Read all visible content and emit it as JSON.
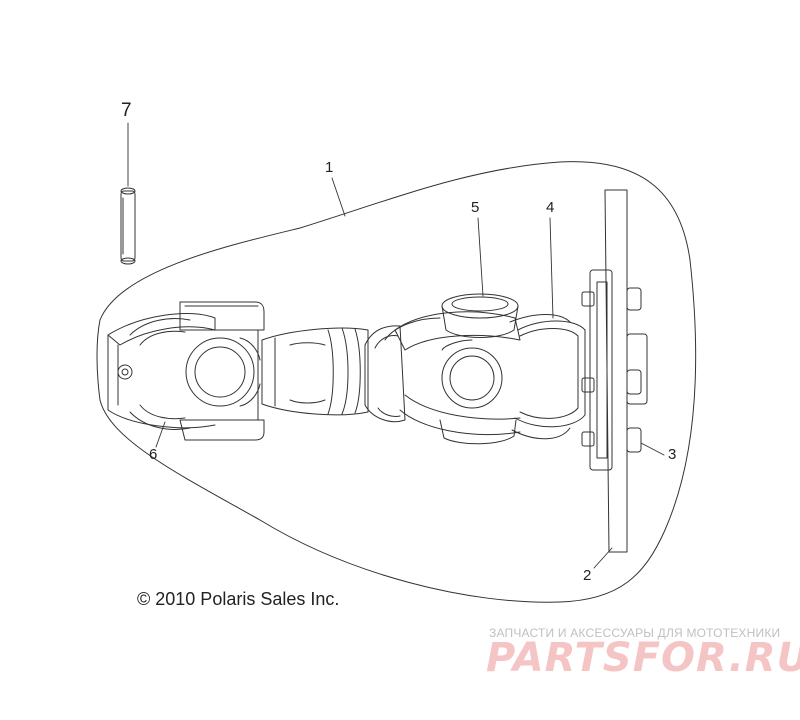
{
  "callouts": {
    "c1": "1",
    "c2": "2",
    "c3": "3",
    "c4": "4",
    "c5": "5",
    "c6": "6",
    "c7": "7"
  },
  "copyright": "© 2010 Polaris Sales Inc.",
  "watermark": {
    "caption": "ЗАПЧАСТИ И АКСЕССУАРЫ ДЛЯ МОТОТЕХНИКИ",
    "logo": "PARTSFOR.RU",
    "color": "#f5c5c5"
  },
  "line_color": "#333333"
}
